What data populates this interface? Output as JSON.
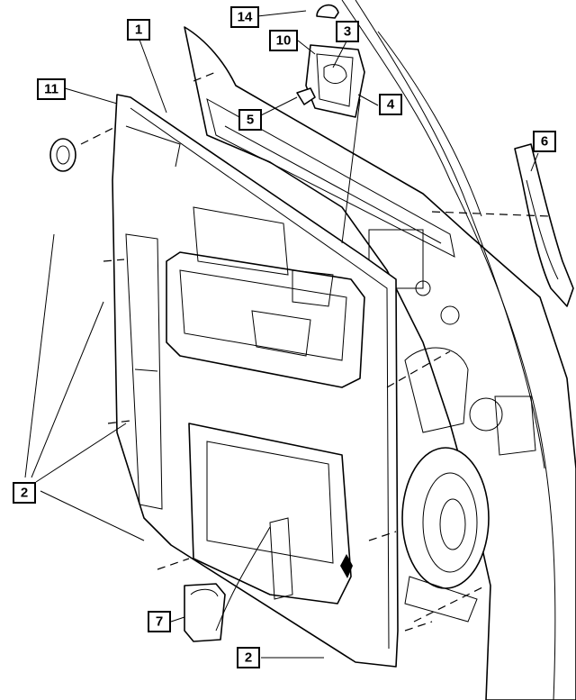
{
  "diagram": {
    "callouts": [
      {
        "id": "callout-1",
        "label": "1"
      },
      {
        "id": "callout-2-left",
        "label": "2"
      },
      {
        "id": "callout-2-bottom",
        "label": "2"
      },
      {
        "id": "callout-3",
        "label": "3"
      },
      {
        "id": "callout-4",
        "label": "4"
      },
      {
        "id": "callout-5",
        "label": "5"
      },
      {
        "id": "callout-6",
        "label": "6"
      },
      {
        "id": "callout-7",
        "label": "7"
      },
      {
        "id": "callout-10",
        "label": "10"
      },
      {
        "id": "callout-11",
        "label": "11"
      },
      {
        "id": "callout-14",
        "label": "14"
      }
    ],
    "colors": {
      "line": "#000000",
      "background": "#ffffff"
    }
  }
}
